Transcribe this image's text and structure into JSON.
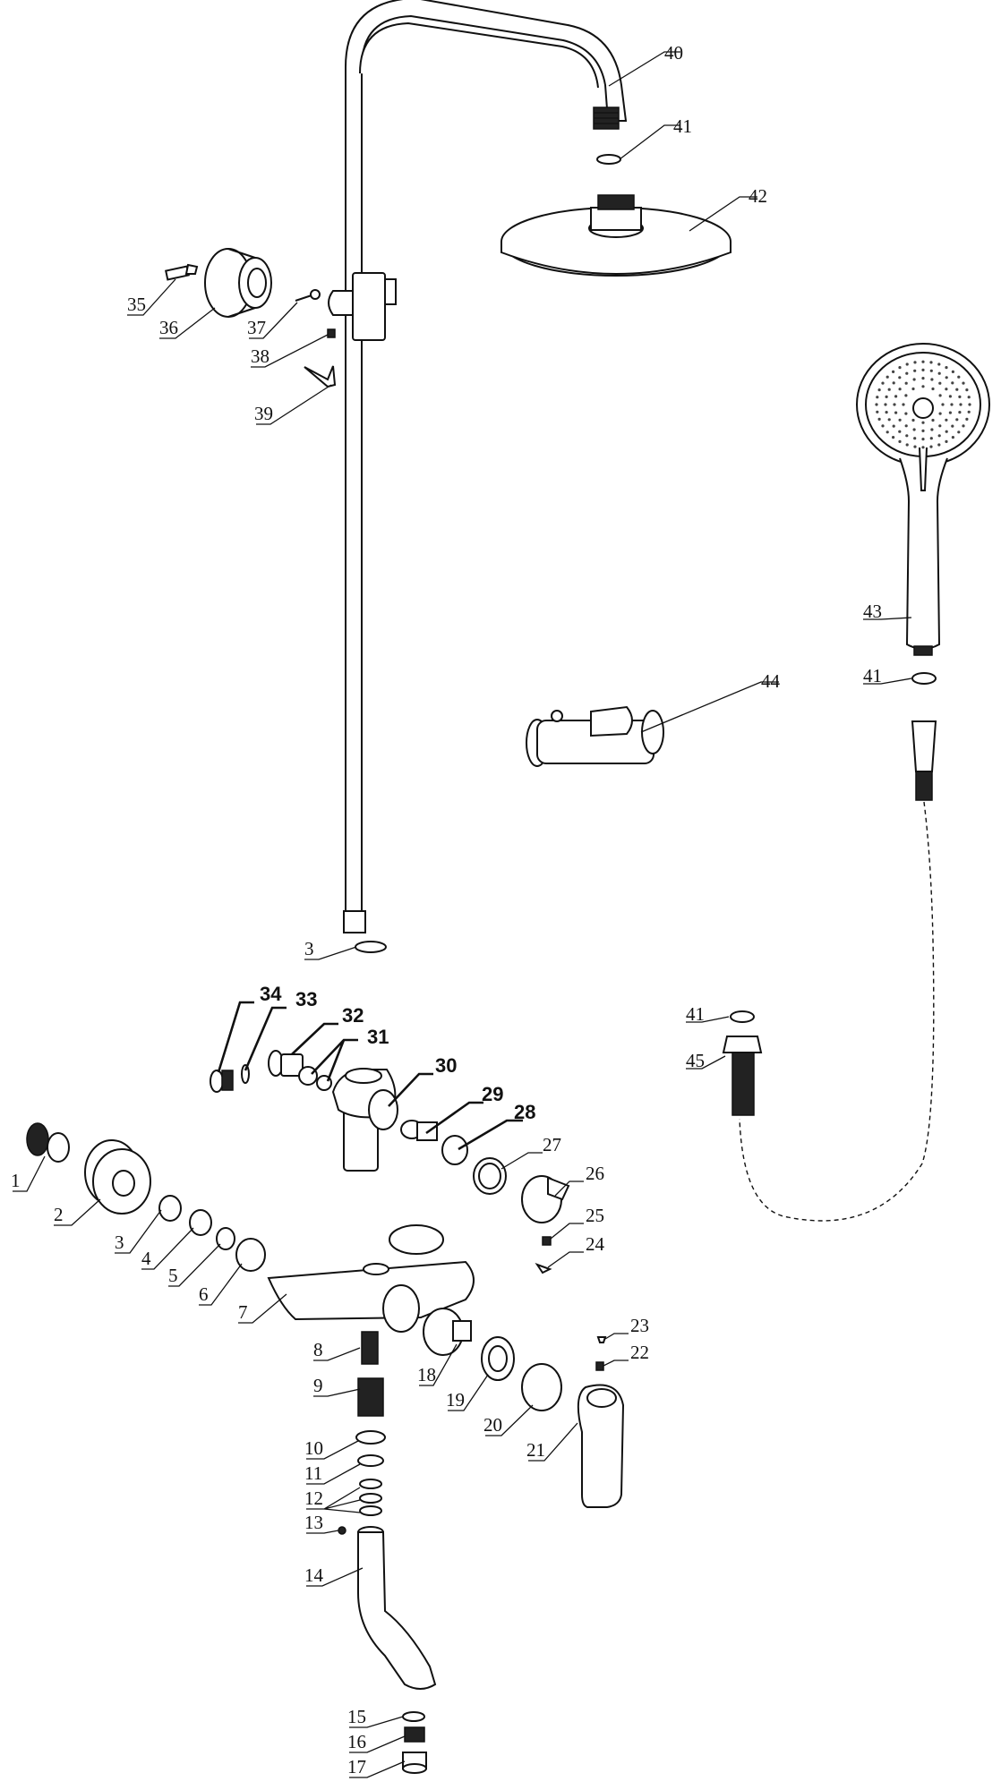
{
  "callouts": [
    {
      "id": "c1",
      "text": "1"
    },
    {
      "id": "c2",
      "text": "2"
    },
    {
      "id": "c3a",
      "text": "3"
    },
    {
      "id": "c3b",
      "text": "3"
    },
    {
      "id": "c4",
      "text": "4"
    },
    {
      "id": "c5",
      "text": "5"
    },
    {
      "id": "c6",
      "text": "6"
    },
    {
      "id": "c7",
      "text": "7"
    },
    {
      "id": "c8",
      "text": "8"
    },
    {
      "id": "c9",
      "text": "9"
    },
    {
      "id": "c10",
      "text": "10"
    },
    {
      "id": "c11",
      "text": "11"
    },
    {
      "id": "c12",
      "text": "12"
    },
    {
      "id": "c13",
      "text": "13"
    },
    {
      "id": "c14",
      "text": "14"
    },
    {
      "id": "c15",
      "text": "15"
    },
    {
      "id": "c16",
      "text": "16"
    },
    {
      "id": "c17",
      "text": "17"
    },
    {
      "id": "c18",
      "text": "18"
    },
    {
      "id": "c19",
      "text": "19"
    },
    {
      "id": "c20",
      "text": "20"
    },
    {
      "id": "c21",
      "text": "21"
    },
    {
      "id": "c22",
      "text": "22"
    },
    {
      "id": "c23",
      "text": "23"
    },
    {
      "id": "c24",
      "text": "24"
    },
    {
      "id": "c25",
      "text": "25"
    },
    {
      "id": "c26",
      "text": "26"
    },
    {
      "id": "c27",
      "text": "27"
    },
    {
      "id": "c28",
      "text": "28"
    },
    {
      "id": "c29",
      "text": "29"
    },
    {
      "id": "c30",
      "text": "30"
    },
    {
      "id": "c31",
      "text": "31"
    },
    {
      "id": "c32",
      "text": "32"
    },
    {
      "id": "c33",
      "text": "33"
    },
    {
      "id": "c34",
      "text": "34"
    },
    {
      "id": "c35",
      "text": "35"
    },
    {
      "id": "c36",
      "text": "36"
    },
    {
      "id": "c37",
      "text": "37"
    },
    {
      "id": "c38",
      "text": "38"
    },
    {
      "id": "c39",
      "text": "39"
    },
    {
      "id": "c40",
      "text": "40"
    },
    {
      "id": "c41a",
      "text": "41"
    },
    {
      "id": "c41b",
      "text": "41"
    },
    {
      "id": "c41c",
      "text": "41"
    },
    {
      "id": "c42",
      "text": "42"
    },
    {
      "id": "c43",
      "text": "43"
    },
    {
      "id": "c44",
      "text": "44"
    },
    {
      "id": "c45",
      "text": "45"
    }
  ]
}
